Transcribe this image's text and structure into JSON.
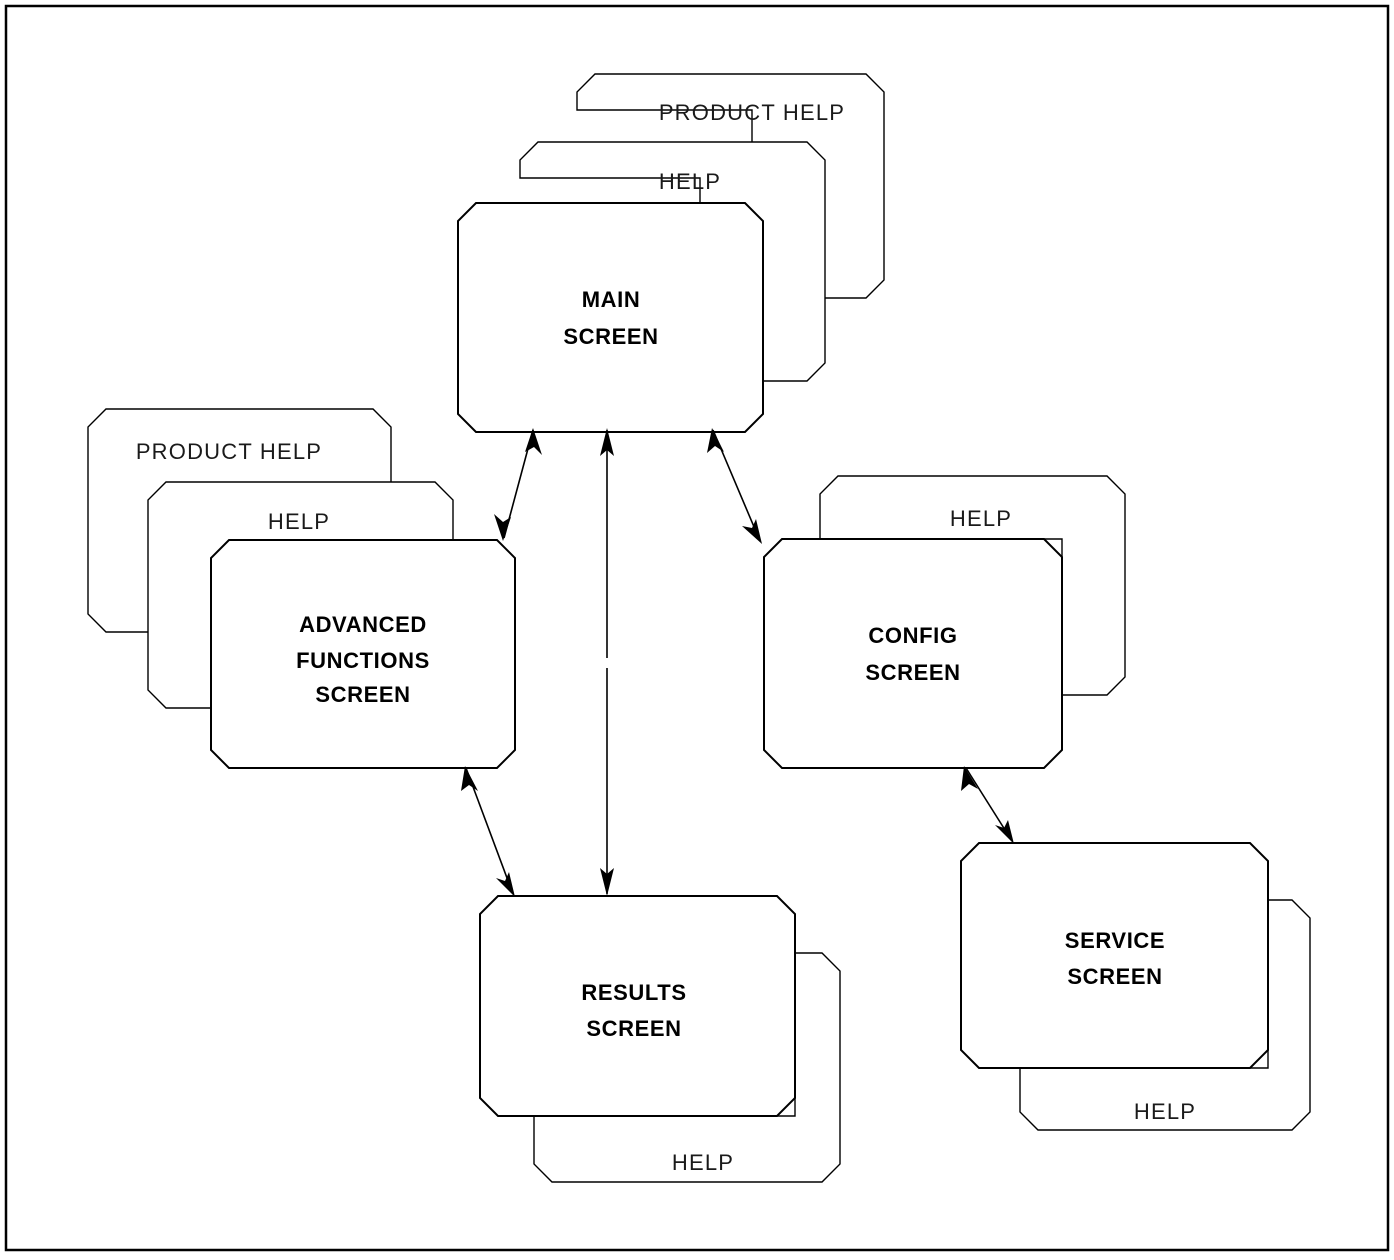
{
  "diagram": {
    "title": "Screen navigation map",
    "type": "flow-diagram",
    "background_color": "#ffffff",
    "line_color": "#000000",
    "border": {
      "name": "page-frame",
      "color": "#000000"
    },
    "screens": [
      {
        "id": "main",
        "label_line1": "MAIN",
        "label_line2": "SCREEN",
        "label_line3": ""
      },
      {
        "id": "advanced",
        "label_line1": "ADVANCED",
        "label_line2": "FUNCTIONS",
        "label_line3": "SCREEN"
      },
      {
        "id": "config",
        "label_line1": "CONFIG",
        "label_line2": "SCREEN",
        "label_line3": ""
      },
      {
        "id": "results",
        "label_line1": "RESULTS",
        "label_line2": "SCREEN",
        "label_line3": ""
      },
      {
        "id": "service",
        "label_line1": "SERVICE",
        "label_line2": "SCREEN",
        "label_line3": ""
      }
    ],
    "help_layers": {
      "main_product_help": "PRODUCT HELP",
      "main_help": "HELP",
      "advanced_product_help": "PRODUCT HELP",
      "advanced_help": "HELP",
      "config_help": "HELP",
      "results_help": "HELP",
      "service_help": "HELP"
    },
    "connections": [
      {
        "from": "main",
        "to": "advanced",
        "style": "double-arrow"
      },
      {
        "from": "main",
        "to": "results",
        "style": "double-arrow"
      },
      {
        "from": "main",
        "to": "config",
        "style": "double-arrow"
      },
      {
        "from": "advanced",
        "to": "results",
        "style": "double-arrow"
      },
      {
        "from": "config",
        "to": "service",
        "style": "double-arrow"
      }
    ]
  }
}
